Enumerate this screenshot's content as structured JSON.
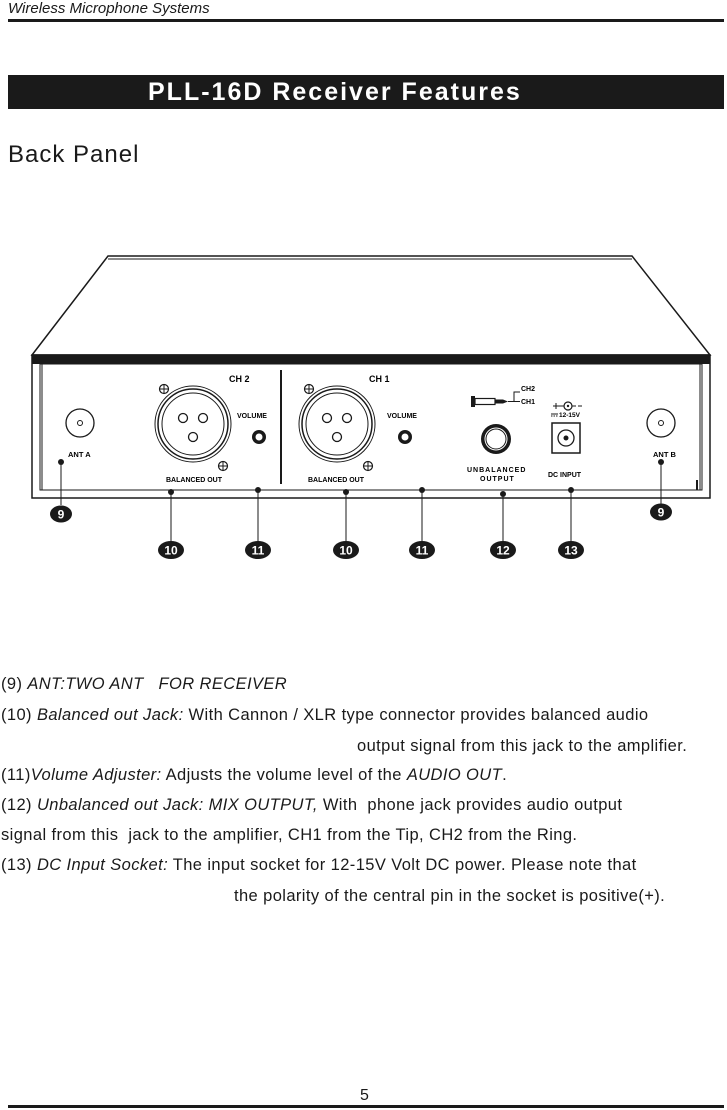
{
  "header": {
    "title": "Wireless Microphone Systems"
  },
  "banner": {
    "title": "PLL-16D Receiver Features"
  },
  "section": {
    "title": "Back Panel"
  },
  "panel": {
    "ch2": "CH 2",
    "ch1": "CH 1",
    "volume": "VOLUME",
    "balanced_out": "BALANCED OUT",
    "ant_a": "ANT A",
    "ant_b": "ANT B",
    "unbalanced_1": "UNBALANCED",
    "unbalanced_2": "OUTPUT",
    "plug_ch2": "CH2",
    "plug_ch1": "CH1",
    "dc_input": "DC INPUT",
    "dc_voltage": "12-15V"
  },
  "callouts": {
    "n9": "9",
    "n10": "10",
    "n11": "11",
    "n12": "12",
    "n13": "13"
  },
  "descriptions": {
    "d9_num": "(9)",
    "d9_label": "ANT:TWO ANT   FOR RECEIVER",
    "d10_num": "(10)",
    "d10_label": "Balanced out Jack:",
    "d10_text": "With Cannon / XLR type connector provides balanced audio",
    "d10_text2": "output signal from this jack to the amplifier.",
    "d11_num": "(11)",
    "d11_label": "Volume Adjuster:",
    "d11_text": "Adjusts the volume level of the",
    "d11_label2": "AUDIO OUT",
    "d11_end": ".",
    "d12_num": "(12)",
    "d12_label": "Unbalanced out Jack: MIX OUTPUT,",
    "d12_text": "With  phone jack provides audio output",
    "d12_text2": "signal from this  jack to the amplifier, CH1 from the Tip, CH2 from the Ring.",
    "d13_num": "(13)",
    "d13_label": "DC Input Socket:",
    "d13_text": "The input socket for 12-15V Volt DC power. Please note that",
    "d13_text2": "the polarity of the central pin in the socket is positive(+)."
  },
  "footer": {
    "page": "5"
  }
}
